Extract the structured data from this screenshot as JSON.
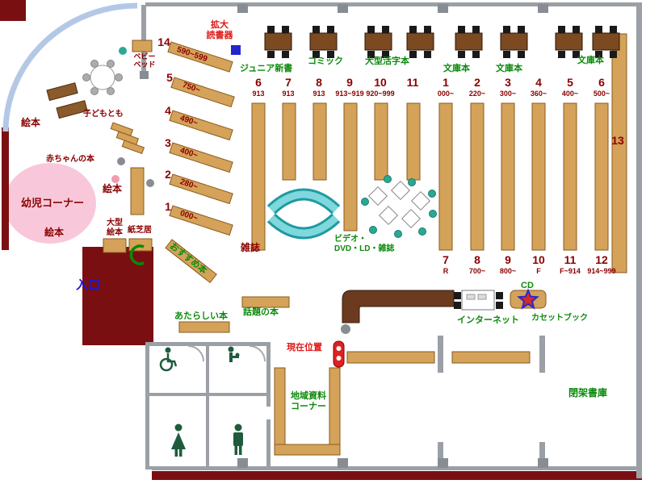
{
  "colors": {
    "wall_maroon": "#7a0f12",
    "shelf_tan": "#d4a259",
    "table_brown": "#7b4a21",
    "bench_teal": "#4cc8cc",
    "kids_zone_pink": "#f8c8da",
    "label_green": "#0c8a0c",
    "label_darkred": "#8b0000",
    "entrance_blue": "#1616dd",
    "current_location_red": "#e01818"
  },
  "icons": {
    "magnifier_device": "blue-square",
    "current_location_marker": "red-rounded-marker",
    "cd_star": "star",
    "wheelchair": "wheelchair-symbol",
    "baby_changing": "adult-with-baby-symbol",
    "women_toilet": "woman-figure",
    "men_toilet": "man-figure"
  },
  "area_labels": {
    "entrance": "入口",
    "current_location": "現在位置",
    "closed_stacks": "閉架書庫",
    "magnifier_line1": "拡大",
    "magnifier_line2": "読書器",
    "junior_shinsho": "ジュニア新書",
    "comic": "コミック",
    "large_print": "大型活字本",
    "bunko_1": "文庫本",
    "bunko_2": "文庫本",
    "bunko_3": "文庫本",
    "magazines": "雑誌",
    "video_line1": "ビデオ・",
    "video_line2": "DVD・LD・雑誌",
    "internet": "インターネット",
    "cd": "CD",
    "cassette_book": "カセットブック",
    "new_books": "あたらしい本",
    "topical_books": "話題の本",
    "local_materials_line1": "地域資料",
    "local_materials_line2": "コーナー"
  },
  "kids_area": {
    "baby_bed_line1": "ベビー",
    "baby_bed_line2": "ベッド",
    "kodomo_no_tomo": "子どもとも",
    "picture_books_1": "絵本",
    "baby_books": "赤ちゃんの本",
    "picture_books_2": "絵本",
    "toddler_corner": "幼児コーナー",
    "picture_books_3": "絵本",
    "large_picture_books_line1": "大型",
    "large_picture_books_line2": "絵本",
    "kamishibai": "紙芝居",
    "recommended_books": "おすすめ本"
  },
  "shelves": {
    "wall_shelf_num": "13",
    "diagonal": [
      {
        "num": "14",
        "range": "590~599"
      },
      {
        "num": "5",
        "range": "750~"
      },
      {
        "num": "4",
        "range": "490~"
      },
      {
        "num": "3",
        "range": "400~"
      },
      {
        "num": "2",
        "range": "280~"
      },
      {
        "num": "1",
        "range": "000~"
      }
    ],
    "left_top": [
      {
        "num": "6",
        "range": "913"
      },
      {
        "num": "7",
        "range": "913"
      },
      {
        "num": "8",
        "range": "913"
      },
      {
        "num": "9",
        "range": "913~919"
      },
      {
        "num": "10",
        "range": "920~999"
      },
      {
        "num": "11",
        "range": ""
      }
    ],
    "right_top": [
      {
        "num": "1",
        "range": "000~"
      },
      {
        "num": "2",
        "range": "220~"
      },
      {
        "num": "3",
        "range": "300~"
      },
      {
        "num": "4",
        "range": "360~"
      },
      {
        "num": "5",
        "range": "400~"
      },
      {
        "num": "6",
        "range": "500~"
      }
    ],
    "right_bottom": [
      {
        "num": "7",
        "range": "R"
      },
      {
        "num": "8",
        "range": "700~"
      },
      {
        "num": "9",
        "range": "800~"
      },
      {
        "num": "10",
        "range": "F"
      },
      {
        "num": "11",
        "range": "F~914"
      },
      {
        "num": "12",
        "range": "914~999"
      }
    ]
  }
}
